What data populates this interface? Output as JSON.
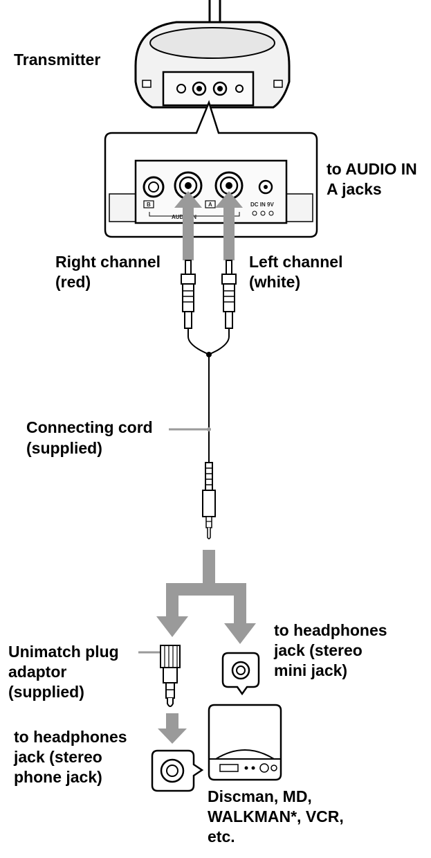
{
  "labels": {
    "transmitter": "Transmitter",
    "audio_in": [
      "to AUDIO IN",
      "A jacks"
    ],
    "right_channel": [
      "Right channel",
      "(red)"
    ],
    "left_channel": [
      "Left channel",
      "(white)"
    ],
    "connecting_cord": [
      "Connecting cord",
      "(supplied)"
    ],
    "unimatch": [
      "Unimatch plug",
      "adaptor",
      "(supplied)"
    ],
    "mini_jack": [
      "to headphones",
      "jack (stereo",
      "mini jack)"
    ],
    "phone_jack": [
      "to headphones",
      "jack (stereo",
      "phone jack)"
    ],
    "devices": [
      "Discman, MD,",
      "WALKMAN*, VCR,",
      "etc."
    ]
  },
  "panel_text": {
    "jack_b": "B",
    "jack_a": "A",
    "audio_in": "AUDIO IN",
    "dc_in": "DC IN 9V"
  },
  "colors": {
    "arrow": "#9a9a9a",
    "ink": "#000000"
  }
}
